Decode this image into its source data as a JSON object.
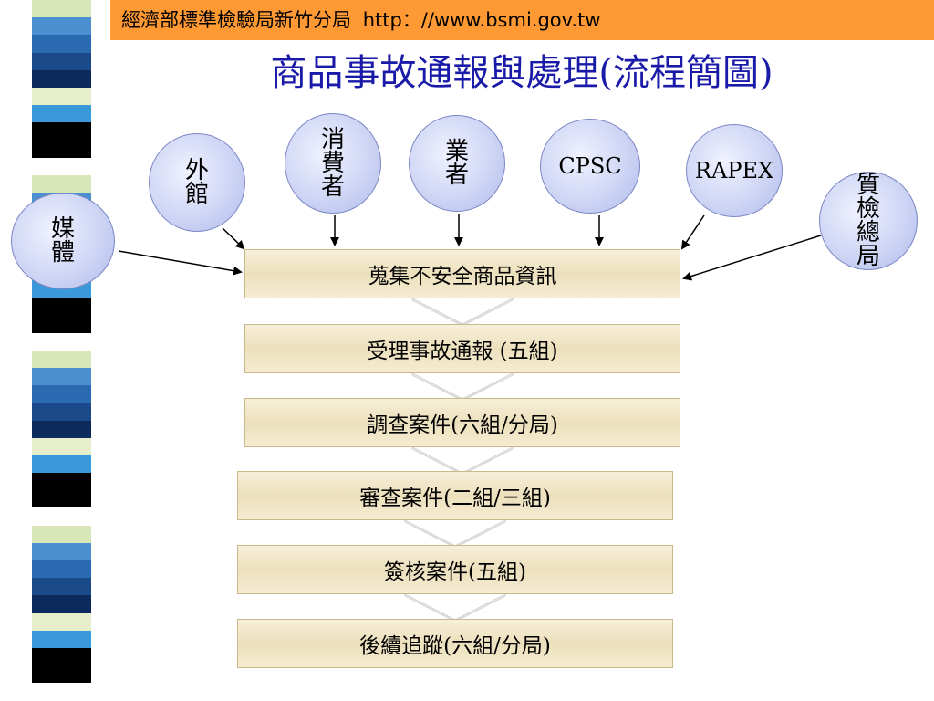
{
  "header": {
    "org": "經濟部標準檢驗局新竹分局",
    "url": "http：//www.bsmi.gov.tw"
  },
  "title": "商品事故通報與處理(流程簡圖)",
  "sources": [
    {
      "id": "media",
      "label": "媒體"
    },
    {
      "id": "embassy",
      "label": "外館"
    },
    {
      "id": "consumer",
      "label": "消費者"
    },
    {
      "id": "industry",
      "label": "業者"
    },
    {
      "id": "cpsc",
      "label": "CPSC"
    },
    {
      "id": "rapex",
      "label": "RAPEX"
    },
    {
      "id": "aqsiq",
      "label": "質檢總局"
    }
  ],
  "steps": [
    {
      "id": "collect",
      "label": "蒐集不安全商品資訊"
    },
    {
      "id": "accept",
      "label": "受理事故通報 (五組)"
    },
    {
      "id": "investigate",
      "label": "調查案件(六組/分局)"
    },
    {
      "id": "review",
      "label": "審查案件(二組/三組)"
    },
    {
      "id": "approve",
      "label": "簽核案件(五組)"
    },
    {
      "id": "followup",
      "label": "後續追蹤(六組/分局)"
    }
  ],
  "colors": {
    "header_bg": "#ff9933",
    "title": "#1a1aa8",
    "circle": "#cfd6f5",
    "box": "#ece0bc"
  }
}
